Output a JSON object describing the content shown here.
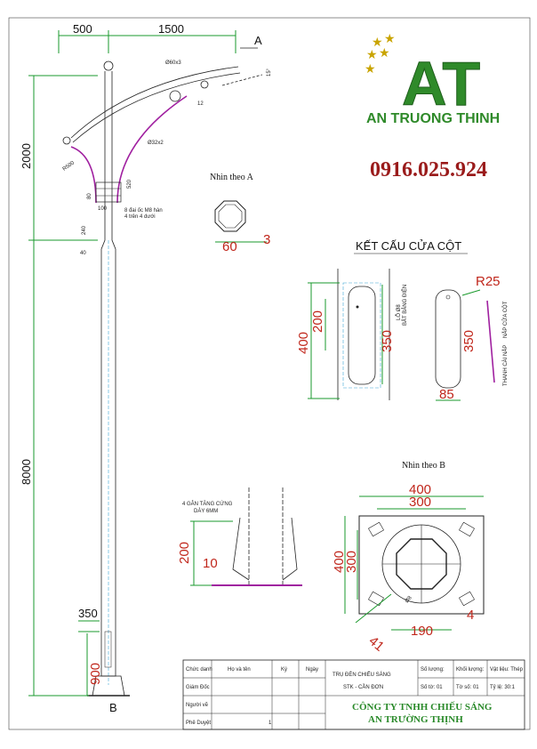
{
  "drawing": {
    "dims_top": [
      "500",
      "1500"
    ],
    "section_marker_a": "A",
    "section_marker_b": "B",
    "arm_pipe": "Ø60x3",
    "brace_pipe": "Ø32x2",
    "radius": "R500",
    "arm_offset": "12",
    "angle_mark": "15°",
    "band_height": "520",
    "band_gap": "80",
    "band_width": "100",
    "band_note_1": "8 đai ốc M8 hàn",
    "band_note_2": "4 trên 4 dưới",
    "small_dim_240": "240",
    "small_dim_40": "40",
    "height_upper": "2000",
    "height_main": "8000",
    "bottom_dim": "350",
    "base_dim": "900",
    "view_a_title": "Nhìn theo A",
    "view_a_dims": [
      "60",
      "3"
    ],
    "door_title": "KẾT CẤU CỬA CỘT",
    "door_dims": [
      "400",
      "200",
      "350",
      "R25",
      "350",
      "85"
    ],
    "door_note_1": "LỖ Ø8",
    "door_note_2": "BẮT BẢNG ĐIỆN",
    "door_note_3": "NẮP CỬA CỘT",
    "door_note_4": "THANH CÀI NẮP",
    "rib_note_1": "4 GÂN TĂNG CỨNG",
    "rib_note_2": "DÀY 6MM",
    "rib_dims": [
      "200",
      "10"
    ],
    "view_b_title": "Nhìn theo B",
    "view_b_dims": [
      "400",
      "300",
      "400",
      "300",
      "190",
      "4",
      "41",
      "Ø8"
    ]
  },
  "logo": {
    "letters": "AT",
    "company": "AN TRUONG THINH",
    "phone": "0916.025.924"
  },
  "title_block": {
    "headers": [
      "Chức danh",
      "Họ và tên",
      "Ký",
      "Ngày"
    ],
    "roles": [
      "Giám Đốc",
      "Người vẽ",
      "Phê Duyệt"
    ],
    "product_line_1": "TRỤ ĐÈN CHIẾU SÁNG",
    "product_line_2": "STK    - CẦN ĐƠN",
    "qty_label": "Số lượng:",
    "weight_label": "Khối lượng:",
    "material_label": "Vật liệu: Thép",
    "sheet_no": "Số tờ: 01",
    "sheet_idx": "Tờ số: 01",
    "scale": "Tỷ lệ: 30:1",
    "company_1": "CÔNG TY TNHH CHIẾU SÁNG",
    "company_2": "AN TRƯỜNG THỊNH",
    "extra_mark": "1"
  }
}
